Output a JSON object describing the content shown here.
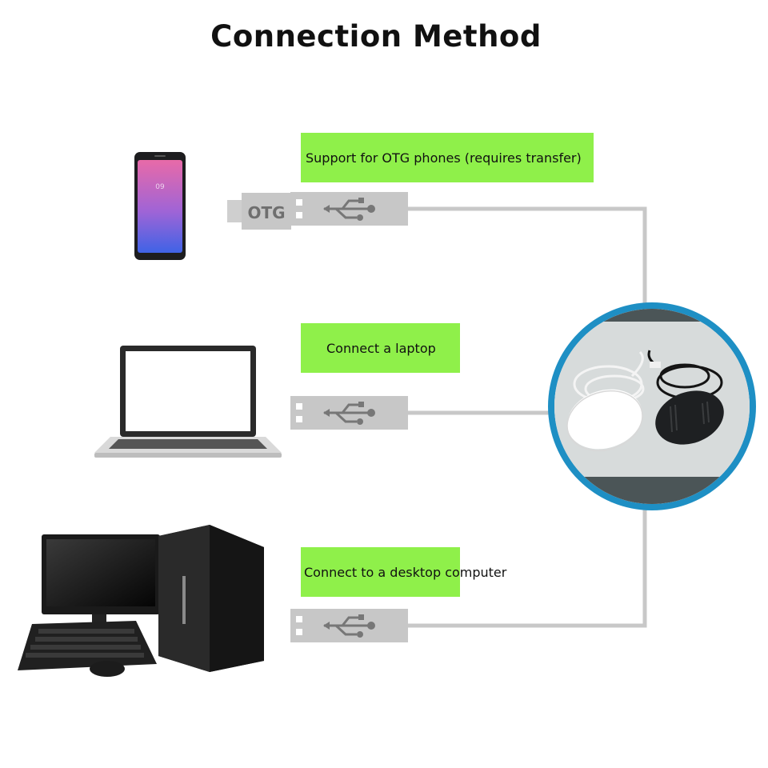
{
  "title": "Connection Method",
  "connections": [
    {
      "label": "Support for OTG phones (requires transfer)",
      "adapter_text": "OTG",
      "device": "phone-icon"
    },
    {
      "label": "Connect a laptop",
      "device": "laptop-icon"
    },
    {
      "label": "Connect to a desktop computer",
      "device": "desktop-computer-icon"
    }
  ],
  "product": "usb-speakers-photo",
  "colors": {
    "label_bg": "#8ff04a",
    "cable": "#c8c8c8",
    "circle_border": "#1e8fc4"
  }
}
